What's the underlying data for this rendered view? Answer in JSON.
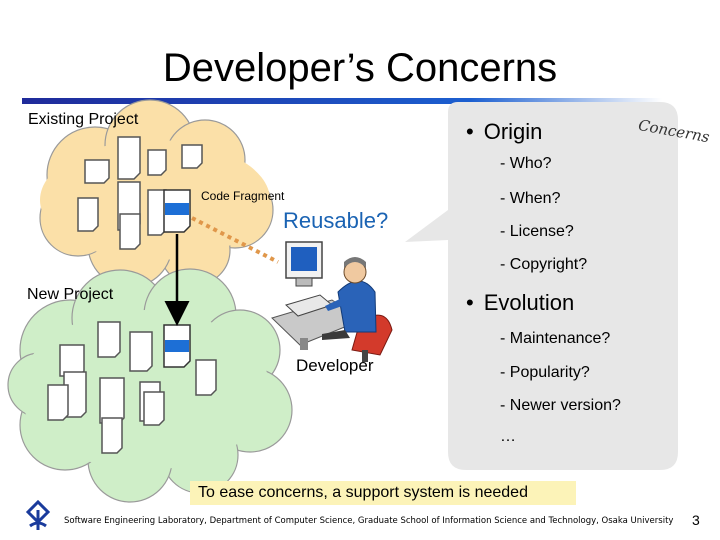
{
  "slide": {
    "title": "Developer’s Concerns",
    "corner_note": "Concerns",
    "page_number": "3"
  },
  "diagram": {
    "existing_project_label": "Existing Project",
    "new_project_label": "New Project",
    "code_fragment_label": "Code Fragment",
    "reusable_label": "Reusable?",
    "developer_label": "Developer"
  },
  "concerns": {
    "origin": {
      "title": "Origin",
      "items": [
        "- Who?",
        "- When?",
        "- License?",
        "- Copyright?"
      ]
    },
    "evolution": {
      "title": "Evolution",
      "items": [
        "- Maintenance?",
        "- Popularity?",
        "- Newer version?",
        "…"
      ]
    }
  },
  "footer": {
    "message": "To ease concerns, a support system is needed",
    "lab": "Software Engineering Laboratory, Department of Computer Science, Graduate School of Information Science and Technology, Osaka University"
  },
  "colors": {
    "title_rule_start": "#1f2a9a",
    "title_rule_end": "#1c5fd0",
    "existing_cloud": "#fbe0a8",
    "new_cloud": "#cfeec8",
    "callout": "#e7e7e7",
    "highlight": "#fcf3b8",
    "fragment_accent": "#1d6fd6",
    "reuse_dashes": "#e0974a",
    "reusable_text": "#1a63b3"
  }
}
